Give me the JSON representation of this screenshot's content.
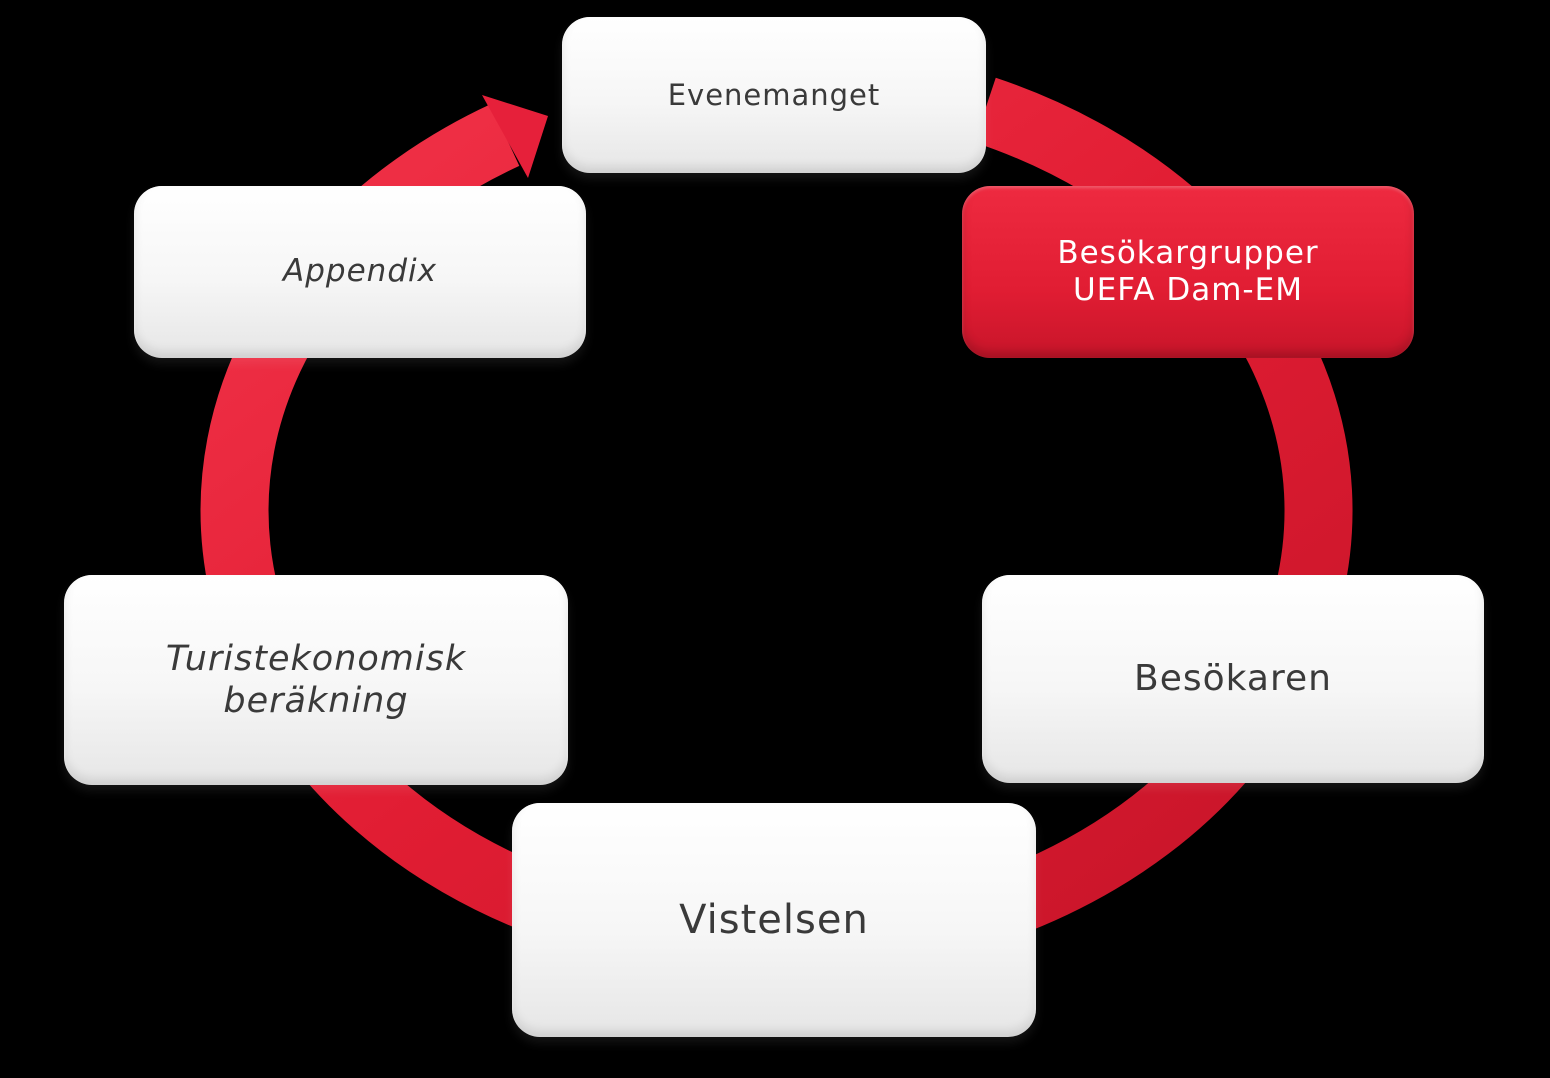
{
  "diagram": {
    "nodes": [
      {
        "id": "evenemanget",
        "lines": [
          "Evenemanget"
        ],
        "active": false
      },
      {
        "id": "besokargrupper",
        "lines": [
          "Besökargrupper",
          "UEFA Dam-EM"
        ],
        "active": true
      },
      {
        "id": "besokaren",
        "lines": [
          "Besökaren"
        ],
        "active": false
      },
      {
        "id": "vistelsen",
        "lines": [
          "Vistelsen"
        ],
        "active": false
      },
      {
        "id": "turistekonomisk",
        "lines": [
          "Turistekonomisk",
          "beräkning"
        ],
        "active": false
      },
      {
        "id": "appendix",
        "lines": [
          "Appendix"
        ],
        "active": false
      }
    ],
    "colors": {
      "background": "#000000",
      "ring": "#e11d33",
      "active_fill": "#e11d33",
      "node_fill": "#f4f4f4",
      "node_text": "#3a3a3a",
      "active_text": "#ffffff"
    },
    "cycle_direction": "clockwise"
  }
}
